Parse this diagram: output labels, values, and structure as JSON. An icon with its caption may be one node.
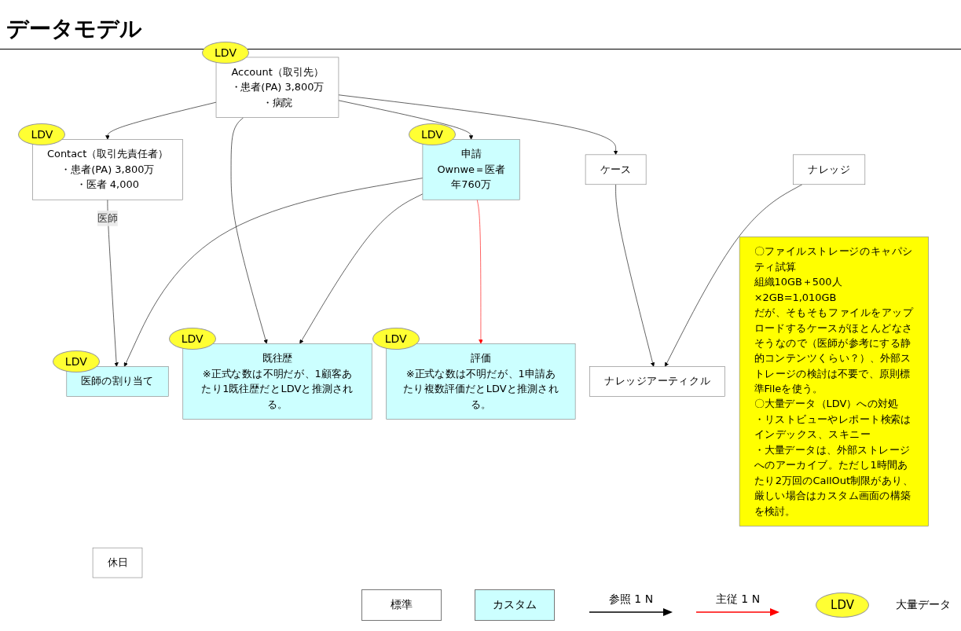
{
  "diagram": {
    "title": "データモデル",
    "nodes": [
      {
        "text": [
          "Contact（取引先責任者）",
          "・患者(PA) 3,800万",
          "・医者 4,000"
        ],
        "beside": [
          "LDV"
        ]
      },
      {
        "text": [
          "Account（取引先）",
          "・患者(PA) 3,800万",
          "・病院"
        ],
        "beside": [
          "LDV"
        ]
      },
      {
        "text": [
          "医師の割り当て"
        ],
        "beside": [
          "LDV"
        ]
      },
      {
        "text": [
          "申請",
          "Ownwe＝医者",
          "年760万"
        ],
        "beside": [
          "LDV"
        ]
      },
      {
        "text": [
          "既往歴",
          "※正式な数は不明だが、1顧客あたり1既往歴だとLDVと推測される。"
        ],
        "beside": [
          "LDV"
        ]
      },
      {
        "text": [
          "ケース"
        ]
      },
      {
        "text": [
          "ナレッジ"
        ]
      },
      {
        "text": [
          "休日"
        ]
      },
      {
        "text": [
          "評価",
          "※正式な数は不明だが、1申請あたり複数評価だとLDVと推測される。"
        ],
        "beside": [
          "LDV"
        ]
      },
      {
        "text": [
          "ナレッジアーティクル"
        ]
      },
      {
        "text": [
          "〇ファイルストレージのキャパシティ試算",
          "組織10GB＋500人×2GB=1,010GB",
          "だが、そもそもファイルをアップロードするケースがほとんどなさそうなので（医師が参考にする静的コンテンツくらい？）、外部ストレージの検討は不要で、原則標準Fileを使う。",
          "〇大量データ（LDV）への対処",
          "・リストビューやレポート検索はインデックス、スキニー",
          "・大量データは、外部ストレージへのアーカイブ。ただし1時間あたり2万回のCallOut制限があり、厳しい場合はカスタム画面の構築を検討。"
        ]
      }
    ],
    "edges": [
      {
        "from": 1,
        "to": 0,
        "arrow": "to"
      },
      {
        "from": 0,
        "to": 2,
        "arrow": "to",
        "label": "医師"
      },
      {
        "from": 1,
        "to": 3,
        "arrow": "to"
      },
      {
        "from": 1,
        "to": 4,
        "arrow": "to"
      },
      {
        "from": 1,
        "to": 5,
        "arrow": "to"
      },
      {
        "from": 3,
        "to": 2,
        "arrow": "to"
      },
      {
        "from": 3,
        "to": 4,
        "arrow": "to"
      },
      {
        "from": 3,
        "to": 8,
        "arrow": "to",
        "color": "#ff0000"
      },
      {
        "from": 5,
        "to": 9,
        "arrow": "to"
      },
      {
        "from": 6,
        "to": 9,
        "arrow": "to"
      }
    ],
    "labels": [
      "LDV"
    ],
    "legend": [
      {
        "text": "標準",
        "color": "#ffffff"
      },
      {
        "text": "カスタム",
        "color": "#ccffff"
      },
      {
        "text": "参照 1 N"
      },
      {
        "text": "主従 1 N"
      },
      {
        "text": "大量データ"
      }
    ]
  }
}
